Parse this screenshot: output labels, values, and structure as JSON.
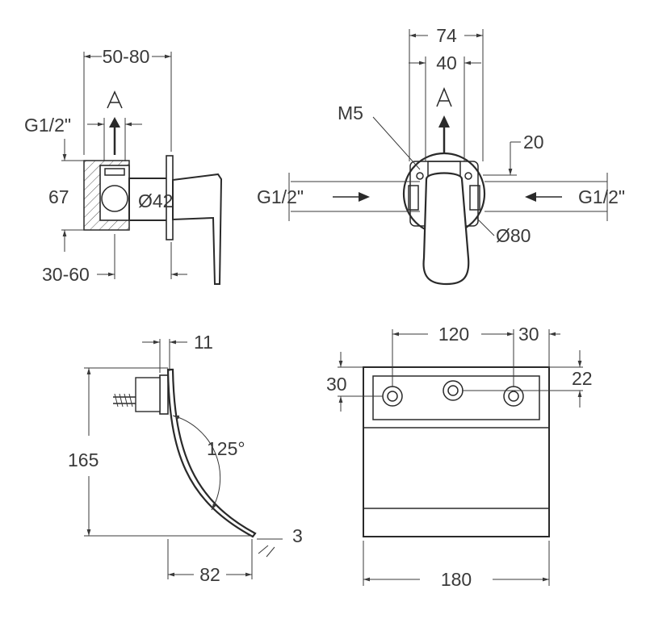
{
  "views": {
    "side": {
      "width_range": "50-80",
      "inlet": "G1/2\"",
      "height": "67",
      "body_diameter": "Ø42",
      "depth_range": "30-60"
    },
    "front": {
      "width_outer": "74",
      "width_inner": "40",
      "screw": "M5",
      "offset": "20",
      "inlet_left": "G1/2\"",
      "inlet_right": "G1/2\"",
      "plate_diameter": "Ø80"
    },
    "spout_side": {
      "thickness": "11",
      "height": "165",
      "angle": "125°",
      "lip": "3",
      "projection": "82"
    },
    "panel": {
      "spacing": "120",
      "right_margin": "30",
      "left_offset": "30",
      "top_offset": "22",
      "width": "180"
    }
  }
}
